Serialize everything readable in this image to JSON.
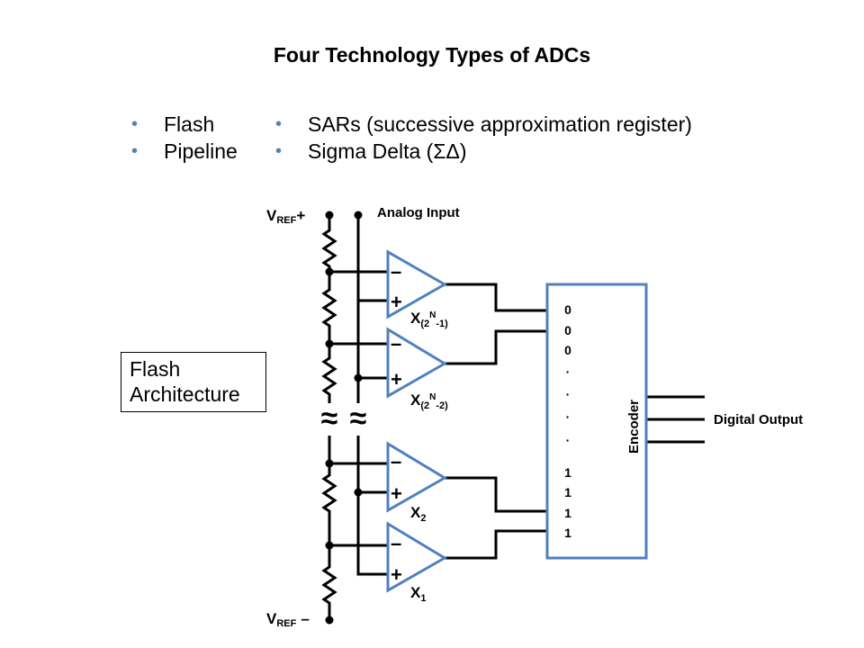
{
  "title": "Four Technology Types of ADCs",
  "bullets": {
    "column1": [
      "Flash",
      "Pipeline"
    ],
    "column2": [
      "SARs (successive approximation register)",
      "Sigma Delta (ΣΔ)"
    ]
  },
  "colors": {
    "bullet": "#4f81bd",
    "comparator_outline": "#4f81bd",
    "encoder_outline": "#4f81bd",
    "wire": "#000000"
  },
  "diagram": {
    "caption_line1": "Flash",
    "caption_line2": "Architecture",
    "vref_plus": {
      "main": "V",
      "sub": "REF",
      "suffix": "+"
    },
    "vref_minus": {
      "main": "V",
      "sub": "REF",
      "suffix": "–"
    },
    "analog_input": "Analog Input",
    "digital_output": "Digital Output",
    "encoder_label": "Encoder",
    "break_symbol": "≈",
    "comparators": [
      {
        "main": "X",
        "sub_pre": "(2",
        "sup": "N",
        "sub_post": "-1)",
        "minus": "–",
        "plus": "+"
      },
      {
        "main": "X",
        "sub_pre": "(2",
        "sup": "N",
        "sub_post": "-2)",
        "minus": "–",
        "plus": "+"
      },
      {
        "main": "X",
        "sub_pre": "2",
        "sup": "",
        "sub_post": "",
        "minus": "–",
        "plus": "+"
      },
      {
        "main": "X",
        "sub_pre": "1",
        "sup": "",
        "sub_post": "",
        "minus": "–",
        "plus": "+"
      }
    ],
    "thermometer_code": [
      "0",
      "0",
      "0",
      "·",
      "·",
      "·",
      "·",
      "1",
      "1",
      "1",
      "1"
    ]
  }
}
